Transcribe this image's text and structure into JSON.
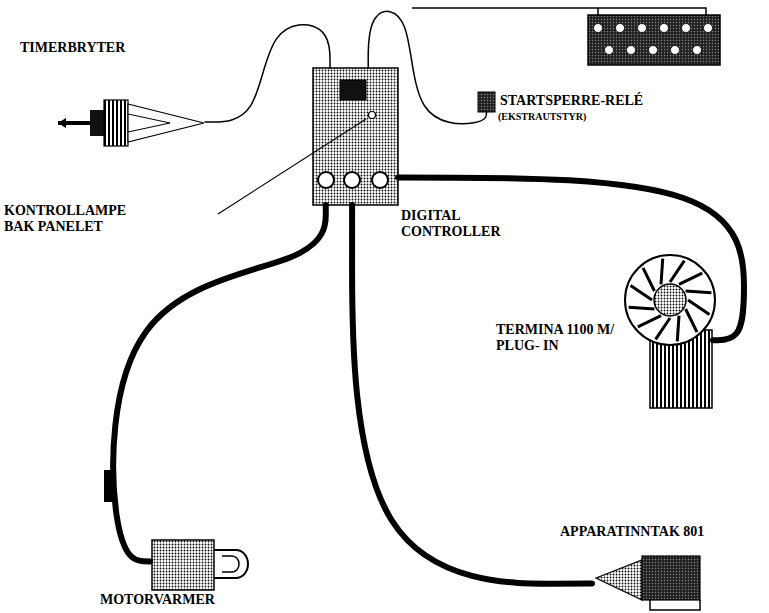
{
  "diagram": {
    "nodes": [
      {
        "text": [
          "DIGITAL CONTROLLER"
        ]
      },
      {
        "text": [
          "TIMERBRYTER"
        ]
      },
      {
        "text": [
          "STARTSPERRE-RELÉ",
          "(EKSTRAUTSTYR)"
        ]
      },
      {
        "text": [
          "TERMINA 1100 M/ PLUG- IN"
        ]
      },
      {
        "text": [
          "APPARATINNTAK 801"
        ]
      },
      {
        "text": [
          "MOTORVARMER"
        ]
      }
    ],
    "edges": [
      {
        "from": 0,
        "to": 1,
        "arrow": "none"
      },
      {
        "from": 0,
        "to": 2,
        "arrow": "none"
      },
      {
        "from": 0,
        "to": 3,
        "arrow": "none"
      },
      {
        "from": 0,
        "to": 4,
        "arrow": "none"
      },
      {
        "from": 0,
        "to": 5,
        "arrow": "none"
      }
    ],
    "labels": [
      "KONTROLLAMPE BAK PANELET"
    ]
  }
}
